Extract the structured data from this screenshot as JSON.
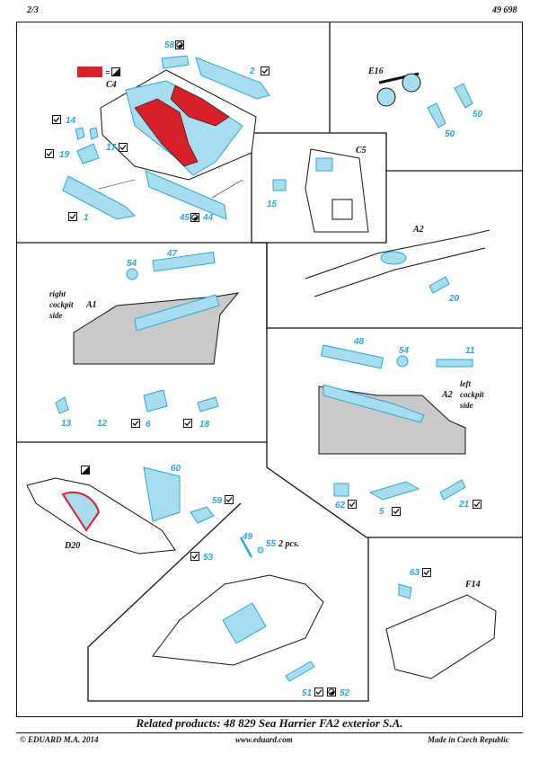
{
  "header": {
    "page": "2/3",
    "code": "49 698"
  },
  "colors": {
    "part_blue": "#a8dcef",
    "part_stroke": "#2aa7d6",
    "red": "#d7202a",
    "grey": "#c9c9c9"
  },
  "legend": {
    "equals": "="
  },
  "labels": {
    "c4": "C4",
    "c5": "C5",
    "e16": "E16",
    "a2_top": "A2",
    "a1": "A1",
    "a2_mid": "A2",
    "d20": "D20",
    "f14": "F14",
    "right_side_1": "right",
    "right_side_2": "cockpit",
    "right_side_3": "side",
    "left_side_1": "left",
    "left_side_2": "cockpit",
    "left_side_3": "side",
    "two_pcs": "2 pcs."
  },
  "parts": {
    "p1": "1",
    "p2": "2",
    "p5": "5",
    "p6": "6",
    "p11": "11",
    "p12": "12",
    "p13": "13",
    "p14": "14",
    "p15": "15",
    "p17": "17",
    "p18": "18",
    "p19": "19",
    "p20": "20",
    "p21": "21",
    "p44": "44",
    "p45": "45",
    "p47": "47",
    "p48": "48",
    "p49": "49",
    "p50a": "50",
    "p50b": "50",
    "p51": "51",
    "p52": "52",
    "p53": "53",
    "p54a": "54",
    "p54b": "54",
    "p55": "55",
    "p58": "58",
    "p59": "59",
    "p60": "60",
    "p62": "62",
    "p63": "63"
  },
  "footer": {
    "related": "Related products: 48 829 Sea Harrier FA2 exterior S.A.",
    "copyright": "© EDUARD  M.A. 2014",
    "web": "www.eduard.com",
    "origin": "Made in Czech Republic"
  }
}
